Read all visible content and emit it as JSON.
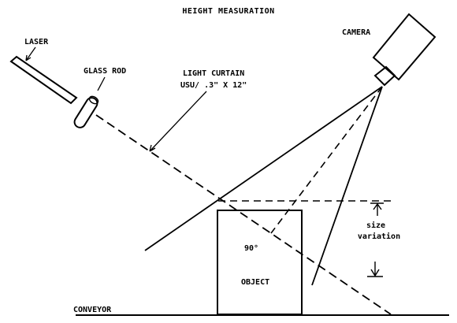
{
  "diagram": {
    "title": "HEIGHT MEASURATION",
    "labels": {
      "laser": "LASER",
      "glass_rod": "GLASS ROD",
      "light_curtain": "LIGHT CURTAIN",
      "light_curtain_spec": "USU/ .3\" X 12\"",
      "camera": "CAMERA",
      "size": "size",
      "variation": "variation",
      "angle": "90°",
      "object": "OBJECT",
      "conveyor": "CONVEYOR"
    }
  }
}
